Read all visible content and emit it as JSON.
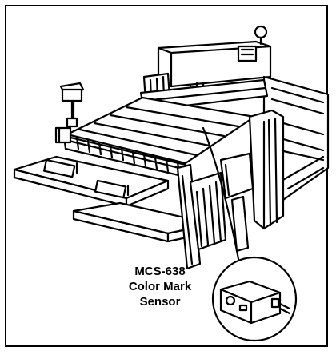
{
  "figure": {
    "caption": {
      "line1": "MCS-638",
      "line2": "Color Mark",
      "line3": "Sensor"
    },
    "subjects": {
      "machine": "machine-illustration",
      "sensor": "color-mark-sensor-illustration"
    }
  }
}
